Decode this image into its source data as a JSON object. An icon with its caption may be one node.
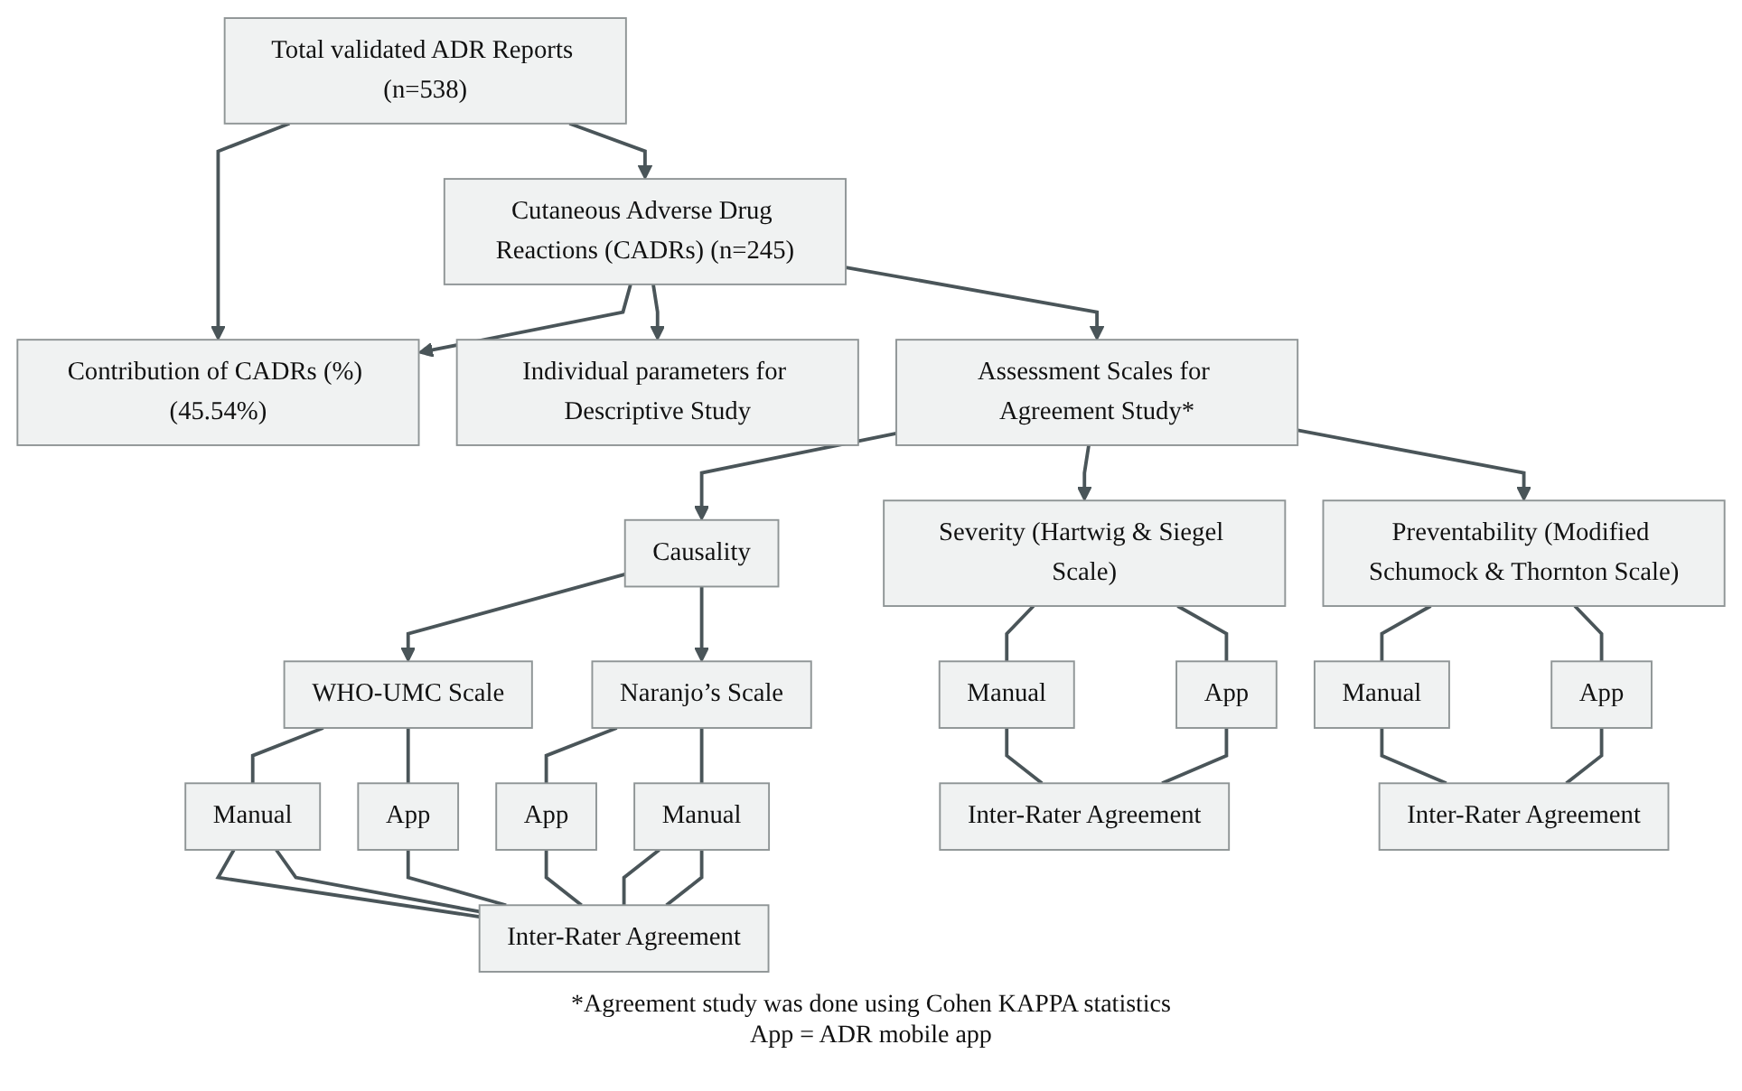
{
  "diagram": {
    "nodes": [
      {
        "text": [
          "Total validated ADR Reports (n=538)"
        ]
      },
      {
        "text": [
          "Contribution of CADRs (%) (45.54%)"
        ]
      },
      {
        "text": [
          "Cutaneous Adverse Drug Reactions (CADRs) (n=245)"
        ]
      },
      {
        "text": [
          "Individual parameters for Descriptive Study"
        ]
      },
      {
        "text": [
          "Assessment Scales for Agreement Study*"
        ]
      },
      {
        "text": [
          "Causality"
        ]
      },
      {
        "text": [
          "Severity (Hartwig & Siegel Scale)"
        ]
      },
      {
        "text": [
          "Preventability (Modified Schumock & Thornton Scale)"
        ]
      },
      {
        "text": [
          "WHO-UMC Scale"
        ]
      },
      {
        "text": [
          "Naranjo’s Scale"
        ]
      },
      {
        "text": [
          "Manual"
        ]
      },
      {
        "text": [
          "App"
        ]
      },
      {
        "text": [
          "App"
        ]
      },
      {
        "text": [
          "Manual"
        ]
      },
      {
        "text": [
          "Inter-Rater Agreement"
        ]
      },
      {
        "text": [
          "Manual"
        ]
      },
      {
        "text": [
          "App"
        ]
      },
      {
        "text": [
          "Inter-Rater Agreement"
        ]
      },
      {
        "text": [
          "Manual"
        ]
      },
      {
        "text": [
          "App"
        ]
      },
      {
        "text": [
          "Inter-Rater Agreement"
        ]
      }
    ],
    "edges": [
      {
        "from": 0,
        "to": 1,
        "arrow": "to"
      },
      {
        "from": 0,
        "to": 2,
        "arrow": "to"
      },
      {
        "from": 2,
        "to": 1,
        "arrow": "to"
      },
      {
        "from": 2,
        "to": 3,
        "arrow": "to"
      },
      {
        "from": 2,
        "to": 4,
        "arrow": "to"
      },
      {
        "from": 4,
        "to": 5,
        "arrow": "to"
      },
      {
        "from": 4,
        "to": 6,
        "arrow": "to"
      },
      {
        "from": 4,
        "to": 7,
        "arrow": "to"
      },
      {
        "from": 5,
        "to": 8,
        "arrow": "to"
      },
      {
        "from": 5,
        "to": 9,
        "arrow": "to"
      },
      {
        "from": 8,
        "to": 10,
        "arrow": "none"
      },
      {
        "from": 8,
        "to": 11,
        "arrow": "none"
      },
      {
        "from": 9,
        "to": 12,
        "arrow": "none"
      },
      {
        "from": 9,
        "to": 13,
        "arrow": "none"
      },
      {
        "from": 10,
        "to": 14,
        "arrow": "none"
      },
      {
        "from": 10,
        "to": 14,
        "arrow": "none"
      },
      {
        "from": 11,
        "to": 14,
        "arrow": "none"
      },
      {
        "from": 12,
        "to": 14,
        "arrow": "none"
      },
      {
        "from": 13,
        "to": 14,
        "arrow": "none"
      },
      {
        "from": 13,
        "to": 14,
        "arrow": "none"
      },
      {
        "from": 6,
        "to": 15,
        "arrow": "none"
      },
      {
        "from": 6,
        "to": 16,
        "arrow": "none"
      },
      {
        "from": 15,
        "to": 17,
        "arrow": "none"
      },
      {
        "from": 16,
        "to": 17,
        "arrow": "none"
      },
      {
        "from": 7,
        "to": 18,
        "arrow": "none"
      },
      {
        "from": 7,
        "to": 19,
        "arrow": "none"
      },
      {
        "from": 18,
        "to": 20,
        "arrow": "none"
      },
      {
        "from": 19,
        "to": 20,
        "arrow": "none"
      }
    ],
    "labels": [
      "*Agreement study was done using Cohen KAPPA statistics",
      "App = ADR mobile app"
    ]
  }
}
